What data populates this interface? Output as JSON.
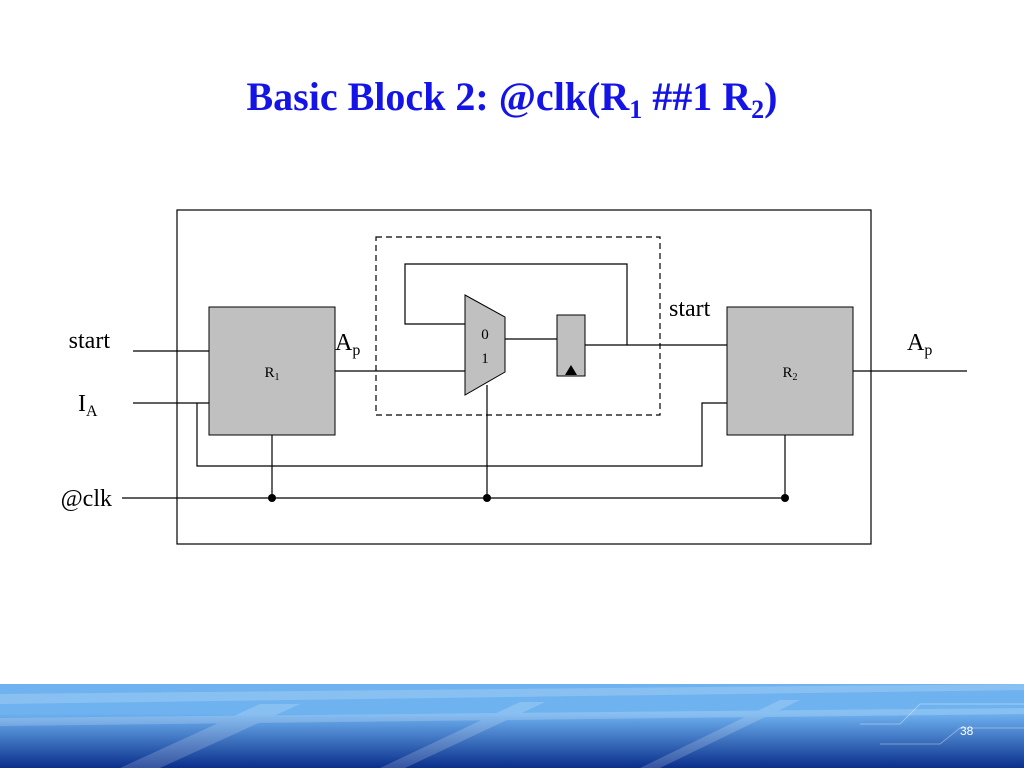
{
  "colors": {
    "title": "#1414e6",
    "block_fill": "#c0c0c0",
    "wire": "#000000",
    "band_dark": "#0a2f8c",
    "band_light": "#6fb2f0"
  },
  "title": {
    "prefix": "Basic Block 2: @clk(R",
    "sub1": "1",
    "middle": " ##1 R",
    "sub2": "2",
    "suffix": ")"
  },
  "inputs": {
    "start": "start",
    "ia_main": "I",
    "ia_sub": "A",
    "clk": "@clk"
  },
  "blocks": {
    "r1_main": "R",
    "r1_sub": "1",
    "r2_main": "R",
    "r2_sub": "2"
  },
  "mux": {
    "in0": "0",
    "in1": "1"
  },
  "signals": {
    "ap_main": "A",
    "ap_sub": "p",
    "start_internal": "start",
    "ap_out_main": "A",
    "ap_out_sub": "p"
  },
  "slide_number": "38"
}
